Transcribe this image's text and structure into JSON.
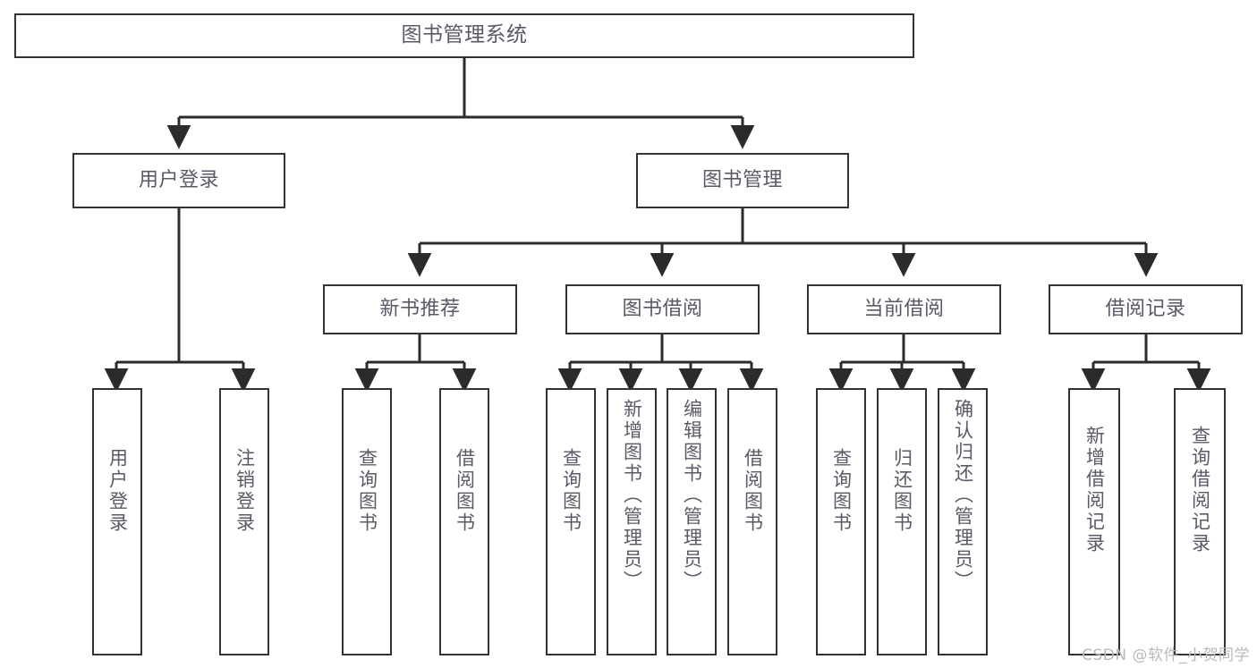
{
  "diagram": {
    "type": "tree",
    "title": "图书管理系统",
    "watermark": "CSDN @软件_小贺同学",
    "colors": {
      "box_border": "#333333",
      "box_fill": "#ffffff",
      "text": "#5a5a66",
      "connector": "#2b2b2b",
      "watermark": "#b9b9b9"
    },
    "nodes": {
      "root": {
        "label": "图书管理系统",
        "level": 0
      },
      "l1": [
        {
          "id": "user_login",
          "label": "用户登录",
          "level": 1
        },
        {
          "id": "book_manage",
          "label": "图书管理",
          "level": 1
        }
      ],
      "l2": [
        {
          "id": "new_book_rec",
          "label": "新书推荐",
          "level": 2,
          "parent": "book_manage"
        },
        {
          "id": "book_borrow",
          "label": "图书借阅",
          "level": 2,
          "parent": "book_manage"
        },
        {
          "id": "current_borrow",
          "label": "当前借阅",
          "level": 2,
          "parent": "book_manage"
        },
        {
          "id": "borrow_record",
          "label": "借阅记录",
          "level": 2,
          "parent": "book_manage"
        }
      ],
      "leaves": [
        {
          "id": "leaf_user_login",
          "label": "用户登录",
          "parent": "user_login"
        },
        {
          "id": "leaf_user_logout",
          "label": "注销登录",
          "parent": "user_login"
        },
        {
          "id": "leaf_query_book_1",
          "label": "查询图书",
          "parent": "new_book_rec"
        },
        {
          "id": "leaf_borrow_book_1",
          "label": "借阅图书",
          "parent": "new_book_rec"
        },
        {
          "id": "leaf_query_book_2",
          "label": "查询图书",
          "parent": "book_borrow"
        },
        {
          "id": "leaf_add_book",
          "label": "新增图书（管理员）",
          "parent": "book_borrow"
        },
        {
          "id": "leaf_edit_book",
          "label": "编辑图书（管理员）",
          "parent": "book_borrow"
        },
        {
          "id": "leaf_borrow_book_2",
          "label": "借阅图书",
          "parent": "book_borrow"
        },
        {
          "id": "leaf_query_book_3",
          "label": "查询图书",
          "parent": "current_borrow"
        },
        {
          "id": "leaf_return_book",
          "label": "归还图书",
          "parent": "current_borrow"
        },
        {
          "id": "leaf_confirm_return",
          "label": "确认归还（管理员）",
          "parent": "current_borrow"
        },
        {
          "id": "leaf_add_record",
          "label": "新增借阅记录",
          "parent": "borrow_record"
        },
        {
          "id": "leaf_query_record",
          "label": "查询借阅记录",
          "parent": "borrow_record"
        }
      ]
    }
  }
}
